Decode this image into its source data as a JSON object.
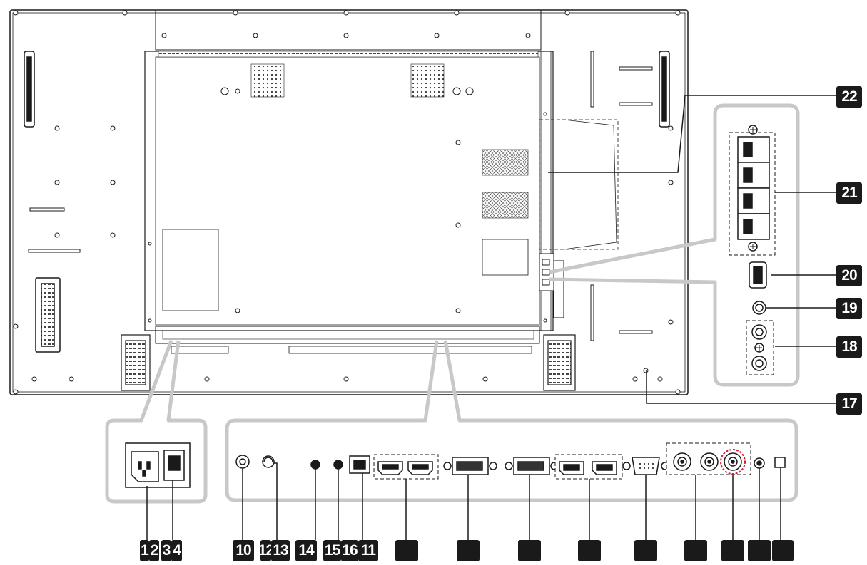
{
  "badges": {
    "b1": "1",
    "b2": "2",
    "b3": "3",
    "b4": "4",
    "b10": "10",
    "b12": "12",
    "b13": "13",
    "b14": "14",
    "b15": "15",
    "b16": "16",
    "b11": "11",
    "b17": "17",
    "b18": "18",
    "b19": "19",
    "b20": "20",
    "b21": "21",
    "b22": "22"
  },
  "colors": {
    "outline": "#1a1a1a",
    "callout": "#c8c8c8",
    "accent": "#cc2233",
    "badge": "#1a1a1a"
  }
}
